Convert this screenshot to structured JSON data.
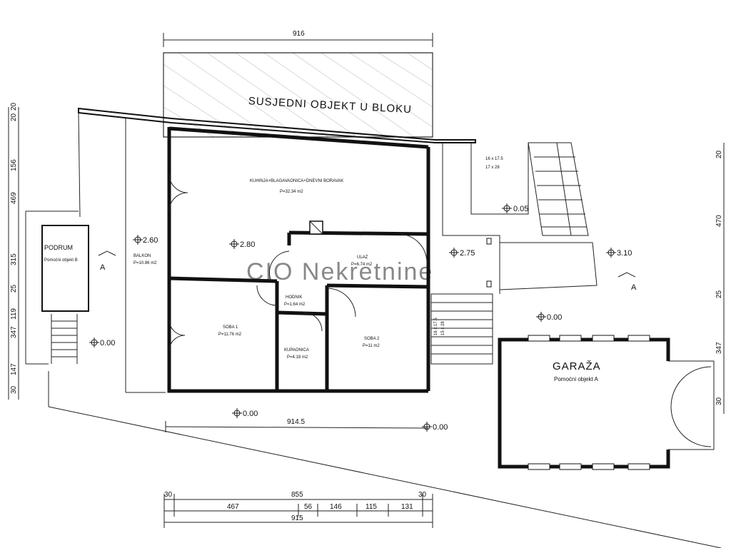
{
  "labels": {
    "neighbor": "SUSJEDNI OBJEKT U BLOKU",
    "top_width": "916",
    "podrum": "PODRUM",
    "podrum_sub": "Pomoćni objekt B",
    "kuhinja": "KUHINJA+BLAGAVAONICA+DNEVNI BORAVAK",
    "kuhinja_area": "P=32.34 m2",
    "balkon": "BALKON",
    "balkon_area": "P=10.86 m2",
    "ulaz": "ULAZ",
    "ulaz_area": "P=6.74 m2",
    "hodnik": "HODNIK",
    "hodnik_area": "P=1.64 m2",
    "soba1": "SOBA 1",
    "soba1_area": "P=11.76 m2",
    "kupaonica": "KUPAONICA",
    "kupaonica_area": "P=4.18 m2",
    "soba2": "SOBA 2",
    "soba2_area": "P=11 m2",
    "garaza": "GARAŽA",
    "garaza_sub": "Pomoćni objekt A",
    "stair_top_1": "16 x 17.5",
    "stair_top_2": "17 x 28",
    "stair_mid_1": "16 x 17.5",
    "stair_mid_2": "15 x 28",
    "section_a": "A",
    "watermark": "CIO Nekretnine"
  },
  "elevations": {
    "balkon": "2.60",
    "kuhinja": "2.80",
    "terrace": "2.75",
    "stair_landing": "0.05",
    "right": "3.10",
    "garaza_front": "0.00",
    "podrum": "0.00",
    "front": "0.00",
    "front_right": "0.00"
  },
  "dims": {
    "front_width": "914.5",
    "bottom_total": "915",
    "bottom_overall": "855",
    "bottom_left_end": "30",
    "bottom_right_end": "30",
    "bottom_segments": [
      "467",
      "56",
      "146",
      "115",
      "131"
    ],
    "left_side": [
      "30",
      "147",
      "347",
      "119",
      "25",
      "315",
      "469",
      "156",
      "20",
      "20"
    ],
    "right_side": [
      "20",
      "470",
      "25",
      "347",
      "30"
    ]
  }
}
